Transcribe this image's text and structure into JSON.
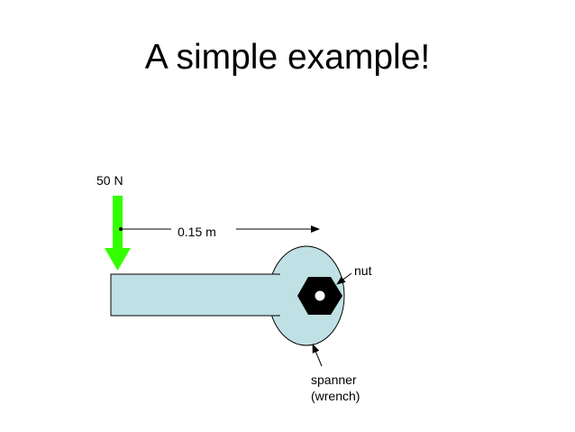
{
  "slide": {
    "title": "A simple example!"
  },
  "diagram": {
    "force_label": "50 N",
    "distance_label": "0.15 m",
    "nut_label": "nut",
    "spanner_label_line1": "spanner",
    "spanner_label_line2": "(wrench)",
    "colors": {
      "force_arrow": "#33ff00",
      "spanner_fill": "#bfe0e4",
      "nut_fill": "#000000",
      "outline": "#000000"
    }
  }
}
